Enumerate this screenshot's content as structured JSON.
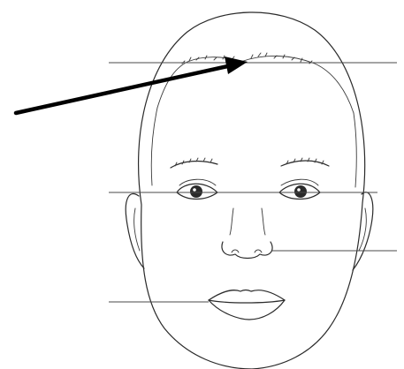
{
  "figure": {
    "subject": "front-view-face-line-drawing",
    "guide_lines": [
      "hairline",
      "eye-line",
      "nose-base",
      "lip-line"
    ],
    "pointer": "arrow-to-hairline"
  },
  "colors": {
    "ink": "#2a2a2a",
    "arrow": "#000000",
    "background": "#ffffff"
  }
}
